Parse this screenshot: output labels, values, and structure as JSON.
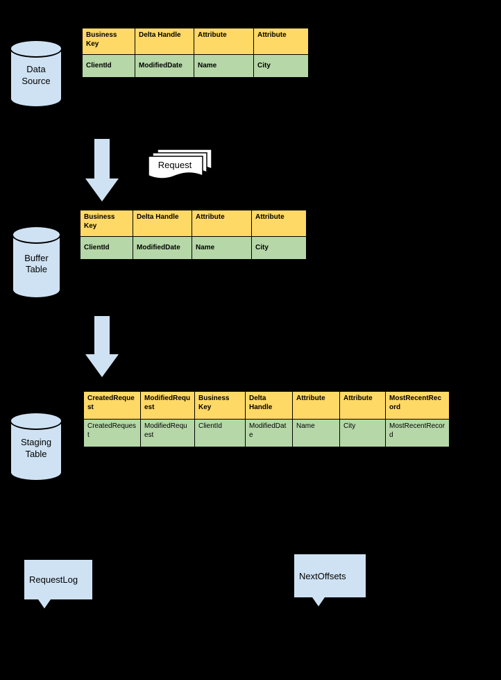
{
  "palette": {
    "canvas_background": "#000000",
    "node_fill": "#cfe2f3",
    "table_header_fill": "#ffd966",
    "table_row_fill": "#b6d7a8",
    "outline": "#000000"
  },
  "nodes": {
    "data_source": {
      "label": "Data Source"
    },
    "buffer_table": {
      "label": "Buffer Table"
    },
    "staging_table": {
      "label": "Staging Table"
    }
  },
  "request_stack": {
    "label": "Request"
  },
  "callouts": {
    "request_log": {
      "label": "RequestLog"
    },
    "next_offsets": {
      "label": "NextOffsets"
    }
  },
  "tables": {
    "source": {
      "headers": [
        "Business Key",
        "Delta Handle",
        "Attribute",
        "Attribute"
      ],
      "rows": [
        [
          "ClientId",
          "ModifiedDate",
          "Name",
          "City"
        ]
      ]
    },
    "buffer": {
      "headers": [
        "Business Key",
        "Delta Handle",
        "Attribute",
        "Attribute"
      ],
      "rows": [
        [
          "ClientId",
          "ModifiedDate",
          "Name",
          "City"
        ]
      ]
    },
    "staging": {
      "headers": [
        "CreatedRequest",
        "ModifiedRequest",
        "Business Key",
        "Delta Handle",
        "Attribute",
        "Attribute",
        "MostRecentRecord"
      ],
      "rows": [
        [
          "CreatedRequest",
          "ModifiedRequest",
          "ClientId",
          "ModifiedDate",
          "Name",
          "City",
          "MostRecentRecord"
        ]
      ]
    }
  }
}
